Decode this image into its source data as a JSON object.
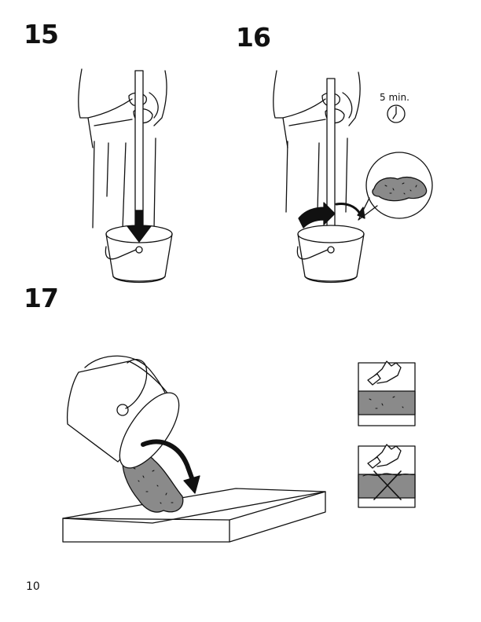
{
  "steps": {
    "s15": "15",
    "s16": "16",
    "s17": "17"
  },
  "timer": {
    "label": "5 min.",
    "icon": "clock-icon"
  },
  "page_number": "10",
  "icons": [
    "person-mixing-icon",
    "bucket-icon",
    "stir-direction-arrow-icon",
    "clock-icon",
    "concrete-magnifier-icon",
    "pour-arrow-icon",
    "finger-test-correct-icon",
    "finger-test-wrong-icon"
  ],
  "colors": {
    "ink": "#111111",
    "mix_fill": "#8a8a8a",
    "paper": "#ffffff"
  }
}
